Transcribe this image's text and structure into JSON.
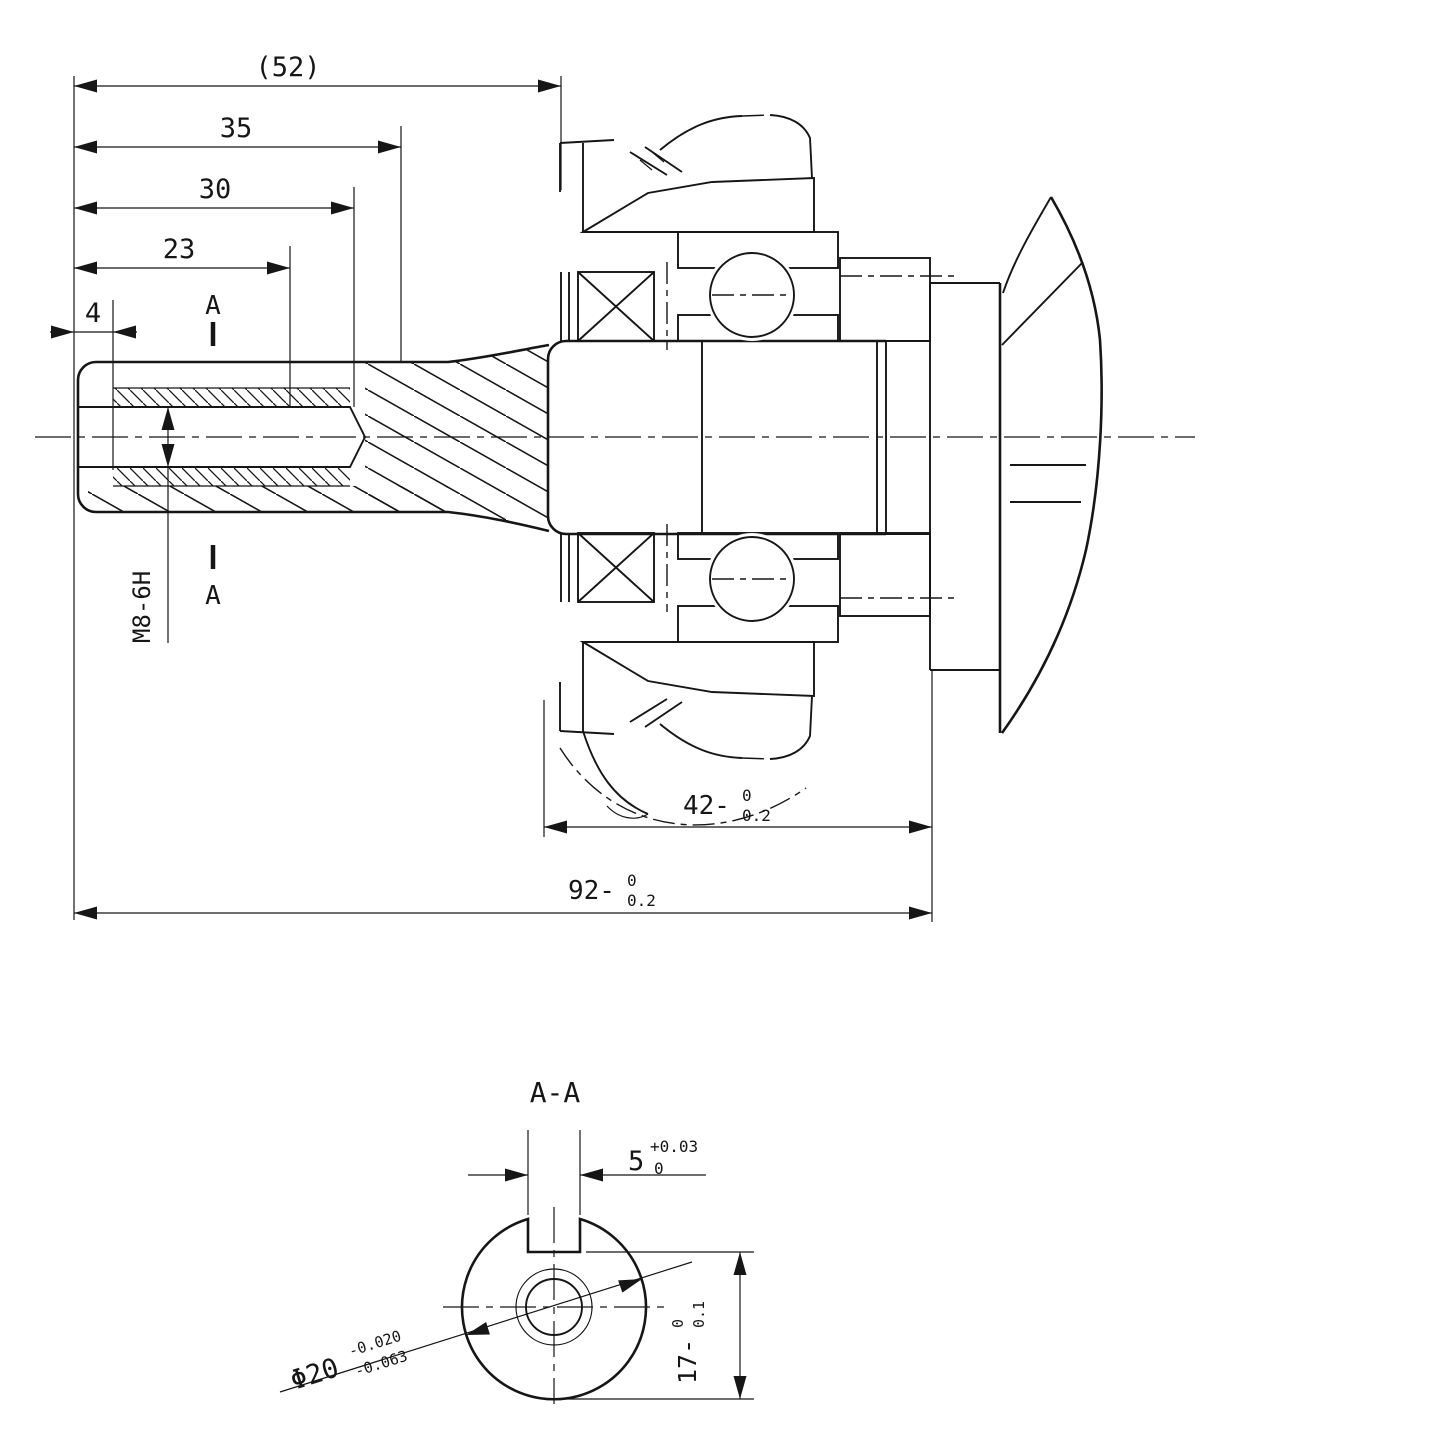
{
  "drawing": {
    "background": "#ffffff",
    "line_color": "#161616",
    "main_view": {
      "dim52": "(52)",
      "dim35": "35",
      "dim30": "30",
      "dim23": "23",
      "dim4": "4",
      "dim42": {
        "main": "42-",
        "sup": "0",
        "sub": "0.2"
      },
      "dim92": {
        "main": "92-",
        "sup": "0",
        "sub": "0.2"
      },
      "thread": "M8-6H",
      "marker_top": "A",
      "marker_bottom": "A"
    },
    "section_view": {
      "title": "A-A",
      "keyway": {
        "main": "5",
        "sup": "+0.03",
        "sub": "0"
      },
      "diameter": {
        "main": "Φ20",
        "sup": "-0.020",
        "sub": "-0.063"
      },
      "height": {
        "main": "17-",
        "sup": "0",
        "sub": "0.1"
      }
    }
  }
}
